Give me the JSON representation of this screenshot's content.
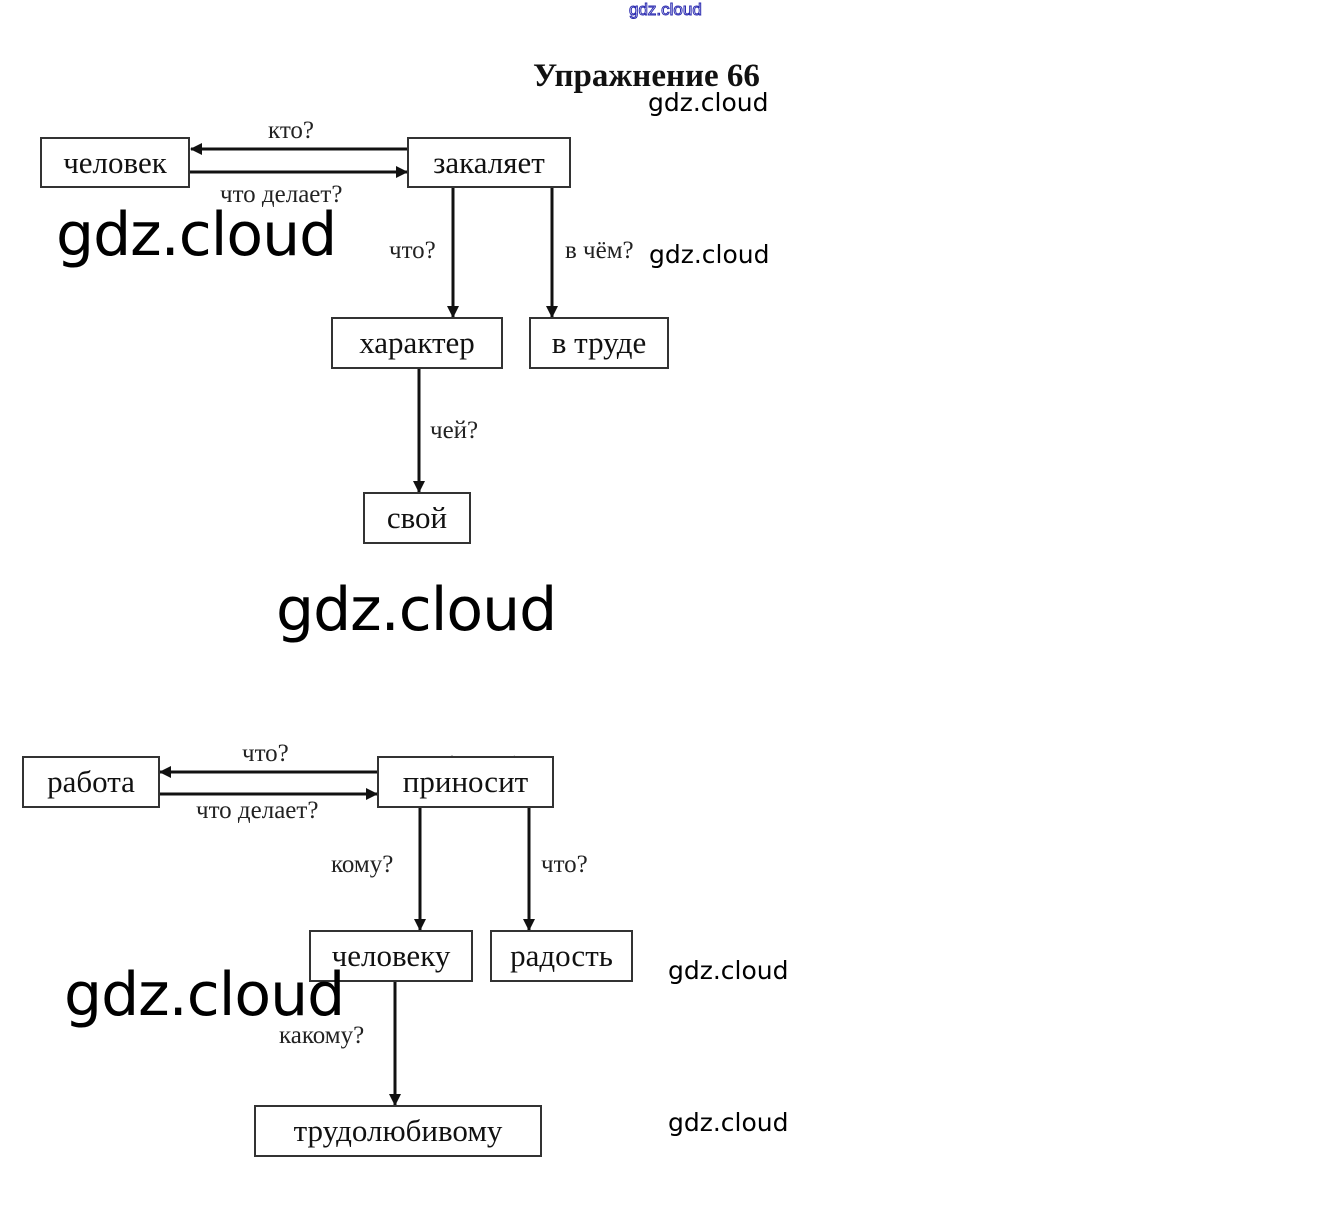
{
  "header": {
    "site_watermark": "gdz.cloud",
    "title": "Упражнение 66"
  },
  "watermarks": {
    "text": "gdz.cloud"
  },
  "diagram1": {
    "nodes": {
      "subject": "человек",
      "predicate": "закаляет",
      "object": "характер",
      "adverbial": "в труде",
      "attribute": "свой"
    },
    "edges": {
      "predicate_to_subject": "кто?",
      "subject_to_predicate": "что делает?",
      "predicate_to_object": "что?",
      "predicate_to_adverbial": "в чём?",
      "object_to_attribute": "чей?"
    }
  },
  "diagram2": {
    "nodes": {
      "subject": "работа",
      "predicate": "приносит",
      "indirect_object": "человеку",
      "object": "радость",
      "attribute": "трудолюбивому"
    },
    "edges": {
      "predicate_to_subject": "что?",
      "subject_to_predicate": "что делает?",
      "predicate_to_indirect_object": "кому?",
      "predicate_to_object": "что?",
      "indirect_object_to_attribute": "какому?"
    }
  }
}
